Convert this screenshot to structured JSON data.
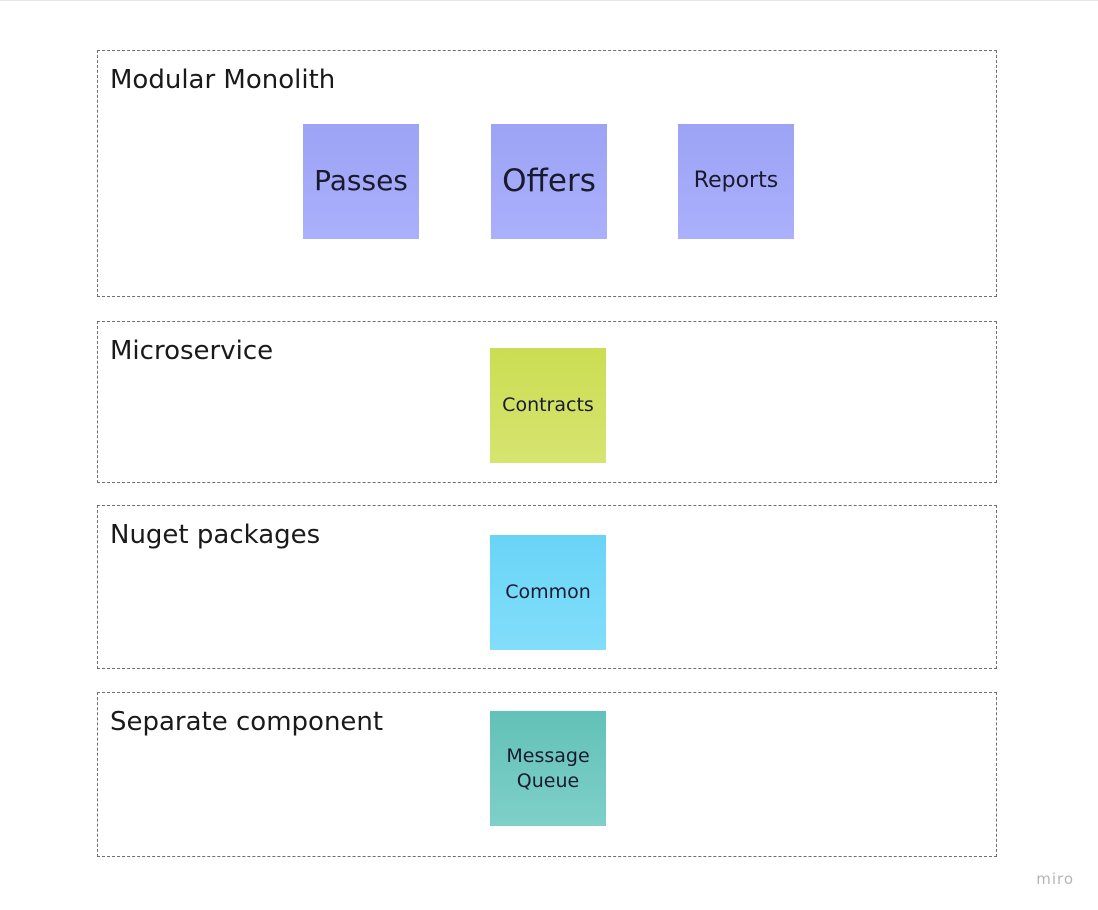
{
  "frames": [
    {
      "title": "Modular Monolith"
    },
    {
      "title": "Microservice"
    },
    {
      "title": "Nuget packages"
    },
    {
      "title": "Separate component"
    }
  ],
  "stickies": [
    {
      "text": "Passes",
      "color": "#a3a9f8"
    },
    {
      "text": "Offers",
      "color": "#a3a9f8"
    },
    {
      "text": "Reports",
      "color": "#a3a9f8"
    },
    {
      "text": "Contracts",
      "color": "#d0e060"
    },
    {
      "text": "Common",
      "color": "#75d9f8"
    },
    {
      "text": "Message\nQueue",
      "color": "#70c9c0"
    }
  ],
  "watermark": "miro"
}
